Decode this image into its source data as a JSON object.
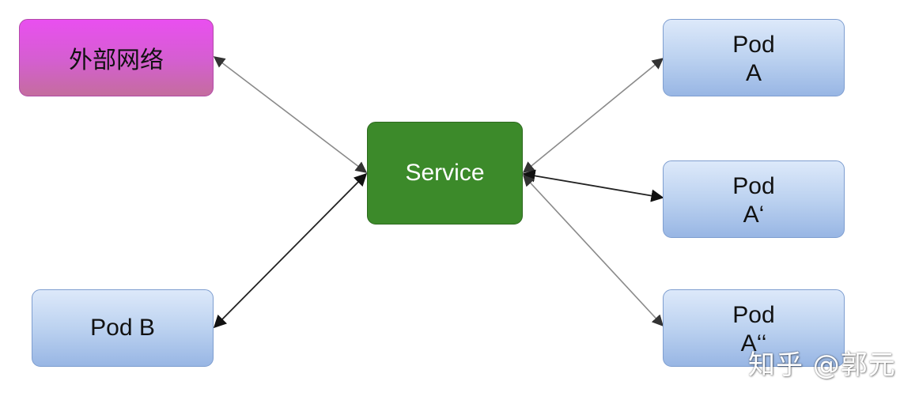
{
  "nodes": {
    "external_network": "外部网络",
    "service": "Service",
    "pod_a": {
      "line1": "Pod",
      "line2": "A"
    },
    "pod_a_prime": {
      "line1": "Pod",
      "line2": "A‘"
    },
    "pod_a_third": {
      "line1": "Pod",
      "line2": "A‘‘"
    },
    "pod_b": "Pod B"
  },
  "watermark": "知乎 @郭元",
  "colors": {
    "external_network": "#e94ff0",
    "service": "#3c8a2a",
    "pod": "#bcd2f0",
    "arrow_light": "#8a8a8a",
    "arrow_dark": "#222222"
  }
}
